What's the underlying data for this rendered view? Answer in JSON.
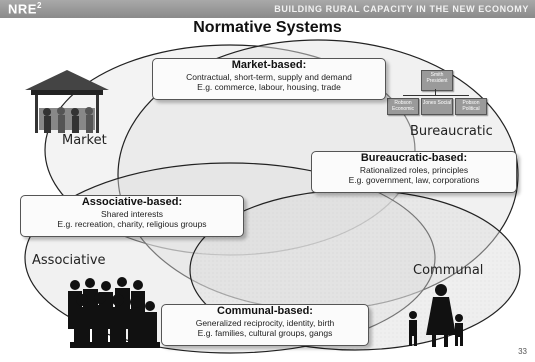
{
  "header": {
    "brand": "NRE",
    "brand_sup": "2",
    "tagline": "BUILDING RURAL CAPACITY IN THE NEW ECONOMY"
  },
  "title": "Normative Systems",
  "boxes": {
    "market": {
      "heading": "Market-based:",
      "line1": "Contractual, short-term, supply and demand",
      "line2": "E.g. commerce, labour, housing, trade"
    },
    "bureaucratic": {
      "heading": "Bureaucratic-based:",
      "line1": "Rationalized roles, principles",
      "line2": "E.g. government, law, corporations"
    },
    "associative": {
      "heading": "Associative-based:",
      "line1": "Shared interests",
      "line2": "E.g. recreation, charity, religious groups"
    },
    "communal": {
      "heading": "Communal-based:",
      "line1": "Generalized reciprocity, identity, birth",
      "line2": "E.g. families, cultural groups, gangs"
    }
  },
  "labels": {
    "market": "Market",
    "bureaucratic": "Bureaucratic",
    "associative": "Associative",
    "communal": "Communal"
  },
  "org_chart": {
    "top": "Smith President",
    "left": "Robson Economic",
    "middle": "Jones Social",
    "right": "Pobson Political"
  },
  "page_number": "33",
  "colors": {
    "header": "#999999",
    "ellipse_fill": "#e6e6e6",
    "ellipse_stroke": "#222222"
  }
}
